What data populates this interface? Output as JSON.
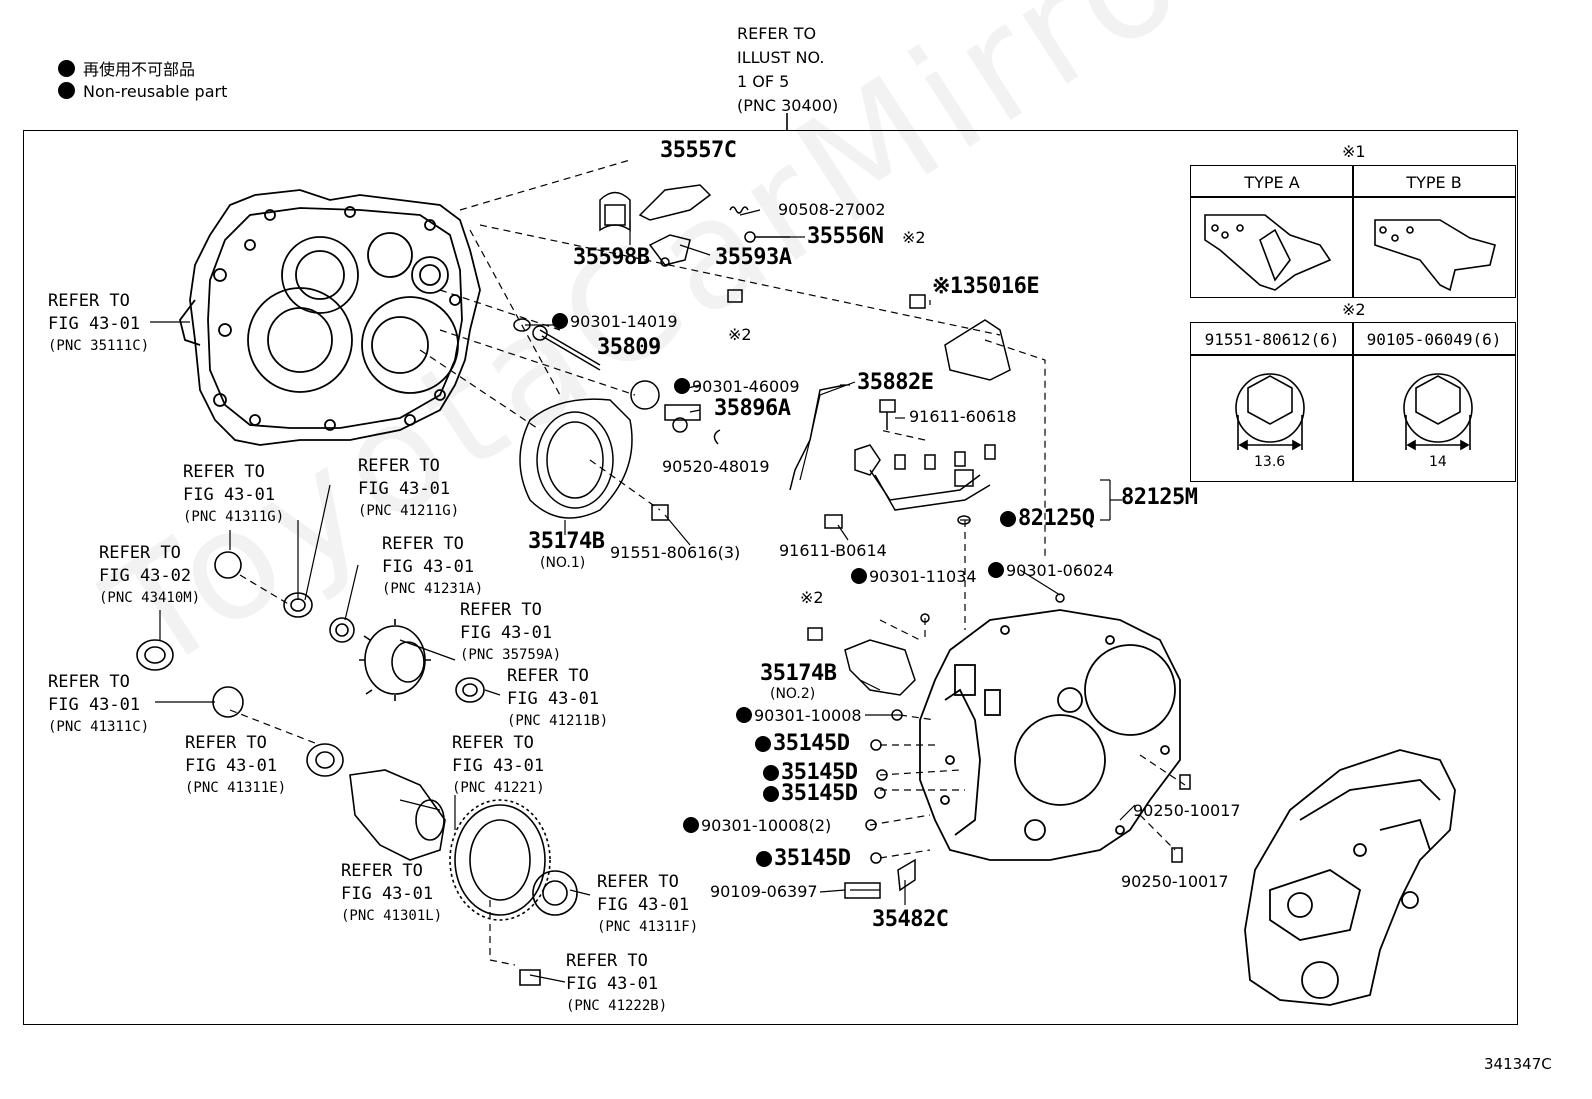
{
  "legend": {
    "jp": "再使用不可部品",
    "en": "Non-reusable part"
  },
  "top_ref": {
    "l1": "REFER TO",
    "l2": "ILLUST NO.",
    "l3": "1 OF 5",
    "l4": "(PNC 30400)"
  },
  "watermark": "ToyotaCarMirror.ru",
  "figure_id": "341347C",
  "inset": {
    "note1": "※1",
    "type_a": "TYPE A",
    "type_b": "TYPE B",
    "note2": "※2",
    "bolt_a": "91551-80612(6)",
    "bolt_b": "90105-06049(6)",
    "dim_a": "13.6",
    "dim_b": "14"
  },
  "refs": [
    {
      "id": "r1",
      "l1": "REFER TO",
      "l2": "FIG 43-01",
      "l3": "(PNC 35111C)"
    },
    {
      "id": "r2",
      "l1": "REFER TO",
      "l2": "FIG 43-01",
      "l3": "(PNC 41311G)"
    },
    {
      "id": "r3",
      "l1": "REFER TO",
      "l2": "FIG 43-01",
      "l3": "(PNC 41211G)"
    },
    {
      "id": "r4",
      "l1": "REFER TO",
      "l2": "FIG 43-02",
      "l3": "(PNC 43410M)"
    },
    {
      "id": "r5",
      "l1": "REFER TO",
      "l2": "FIG 43-01",
      "l3": "(PNC 41231A)"
    },
    {
      "id": "r6",
      "l1": "REFER TO",
      "l2": "FIG 43-01",
      "l3": "(PNC 35759A)"
    },
    {
      "id": "r7",
      "l1": "REFER TO",
      "l2": "FIG 43-01",
      "l3": "(PNC 41311C)"
    },
    {
      "id": "r8",
      "l1": "REFER TO",
      "l2": "FIG 43-01",
      "l3": "(PNC 41211B)"
    },
    {
      "id": "r9",
      "l1": "REFER TO",
      "l2": "FIG 43-01",
      "l3": "(PNC 41311E)"
    },
    {
      "id": "r10",
      "l1": "REFER TO",
      "l2": "FIG 43-01",
      "l3": "(PNC 41221)"
    },
    {
      "id": "r11",
      "l1": "REFER TO",
      "l2": "FIG 43-01",
      "l3": "(PNC 41301L)"
    },
    {
      "id": "r12",
      "l1": "REFER TO",
      "l2": "FIG 43-01",
      "l3": "(PNC 41311F)"
    },
    {
      "id": "r13",
      "l1": "REFER TO",
      "l2": "FIG 43-01",
      "l3": "(PNC 41222B)"
    }
  ],
  "parts": {
    "p35557C": "35557C",
    "p90508": "90508-27002",
    "p35556N": "35556N",
    "p35598B": "35598B",
    "p35593A": "35593A",
    "pmark2a": "※2",
    "pmark2b": "※2",
    "pmark2c": "※2",
    "p90301_14019": "90301-14019",
    "p35809": "35809",
    "p90301_46009": "90301-46009",
    "p35896A": "35896A",
    "p90520": "90520-48019",
    "p35174B1": "35174B",
    "p35174B1n": "(NO.1)",
    "p91551": "91551-80616(3)",
    "p35016E": "※135016E",
    "p35882E": "35882E",
    "p91611_60618": "91611-60618",
    "p82125M": "82125M",
    "p82125Q": "82125Q",
    "p91611_B0614": "91611-B0614",
    "p90301_11034": "90301-11034",
    "p90301_06024": "90301-06024",
    "p35174B2": "35174B",
    "p35174B2n": "(NO.2)",
    "p90301_10008": "90301-10008",
    "p35145D_1": "35145D",
    "p35145D_2": "35145D",
    "p35145D_3": "35145D",
    "p90301_10008_2": "90301-10008(2)",
    "p35145D_4": "35145D",
    "p90109": "90109-06397",
    "p35482C": "35482C",
    "p90250_a": "90250-10017",
    "p90250_b": "90250-10017"
  }
}
